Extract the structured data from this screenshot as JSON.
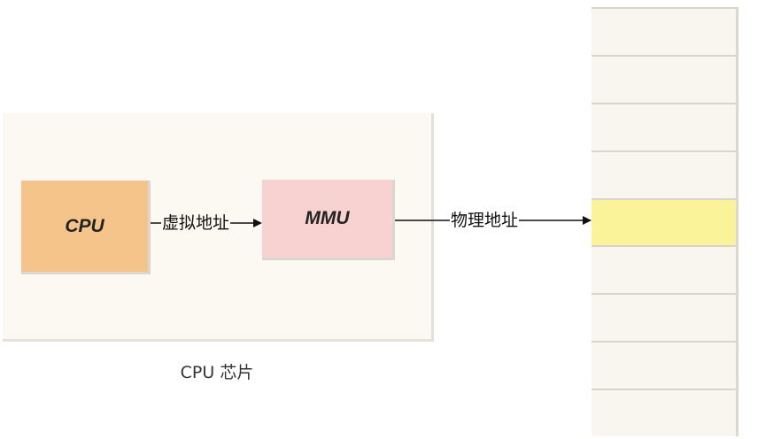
{
  "diagram": {
    "chip": {
      "label": "CPU 芯片",
      "fill": "#fbf9f2"
    },
    "nodes": {
      "cpu": {
        "label": "CPU",
        "fill": "#f5c48a"
      },
      "mmu": {
        "label": "MMU",
        "fill": "#f8d2d0"
      }
    },
    "edges": {
      "cpu_to_mmu": {
        "label": "虚拟地址"
      },
      "mmu_to_memory": {
        "label": "物理地址"
      }
    },
    "memory": {
      "cells": [
        {
          "highlight": false
        },
        {
          "highlight": false
        },
        {
          "highlight": false
        },
        {
          "highlight": false
        },
        {
          "highlight": true
        },
        {
          "highlight": false
        },
        {
          "highlight": false
        },
        {
          "highlight": false
        },
        {
          "highlight": false
        }
      ],
      "cell_fill": "#f8f6ef",
      "highlight_fill": "#fbf39a"
    }
  }
}
